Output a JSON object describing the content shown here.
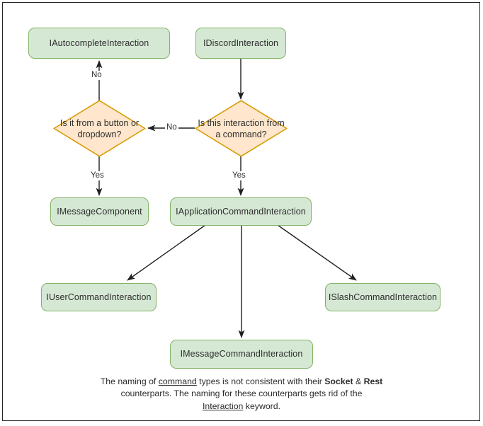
{
  "diagram": {
    "title": "Discord interaction type hierarchy flowchart",
    "colors": {
      "box_fill": "#d5e8d4",
      "box_stroke": "#82b366",
      "diamond_fill": "#ffe6cc",
      "diamond_stroke": "#d79b00",
      "edge_stroke": "#1f1f1f",
      "text": "#2e2e2e",
      "frame": "#262626",
      "background": "#ffffff"
    },
    "nodes": {
      "autocomplete": {
        "label": "IAutocompleteInteraction",
        "shape": "rounded-rect"
      },
      "discord": {
        "label": "IDiscordInteraction",
        "shape": "rounded-rect"
      },
      "button_or_dropdown": {
        "label": "Is it from a button or dropdown?",
        "shape": "diamond"
      },
      "from_command": {
        "label": "Is this interaction from a command?",
        "shape": "diamond"
      },
      "message_component": {
        "label": "IMessageComponent",
        "shape": "rounded-rect"
      },
      "application_command": {
        "label": "IApplicationCommandInteraction",
        "shape": "rounded-rect"
      },
      "user_command": {
        "label": "IUserCommandInteraction",
        "shape": "rounded-rect"
      },
      "message_command": {
        "label": "IMessageCommandInteraction",
        "shape": "rounded-rect"
      },
      "slash_command": {
        "label": "ISlashCommandInteraction",
        "shape": "rounded-rect"
      }
    },
    "edge_labels": {
      "no_to_autocomplete": "No",
      "no_between_diamonds": "No",
      "yes_to_message_component": "Yes",
      "yes_to_application_command": "Yes"
    },
    "caption": {
      "line1_a": "The naming of ",
      "line1_underline": "command",
      "line1_b": " types is not consistent with their",
      "line2_a": " ",
      "line2_bold1": "Socket",
      "line2_mid": " & ",
      "line2_bold2": "Rest",
      "line2_b": " counterparts. The naming for these",
      "line3_a": "counterparts gets rid of the ",
      "line3_underline": "Interaction",
      "line3_b": " keyword."
    }
  }
}
